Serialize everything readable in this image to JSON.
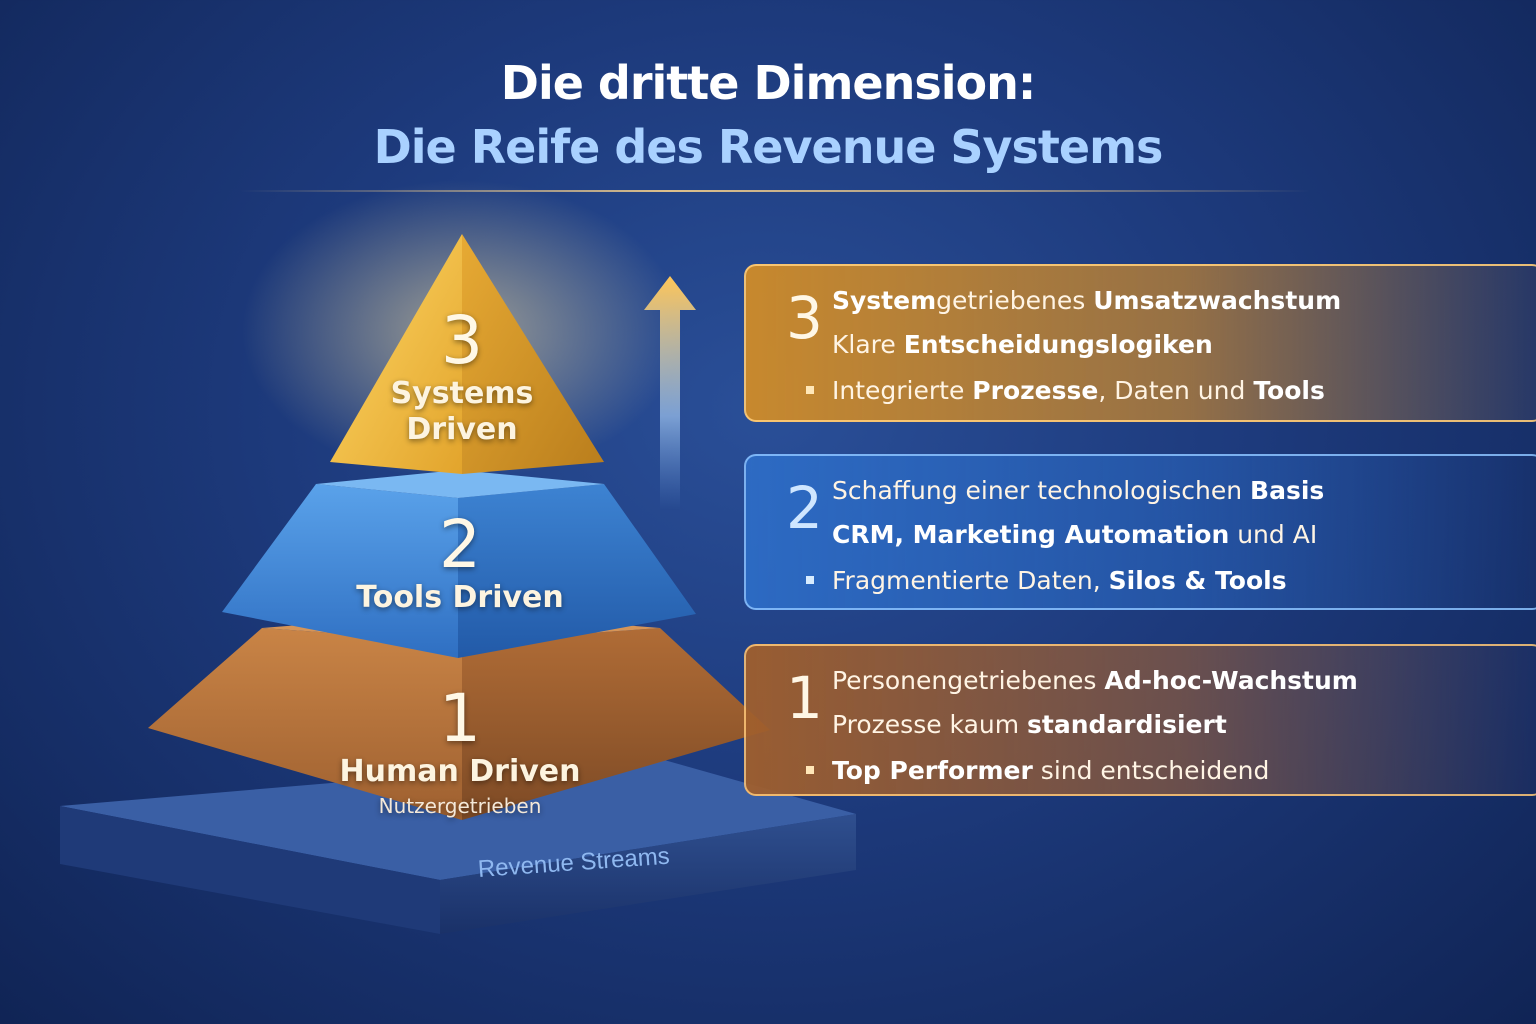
{
  "header": {
    "title": "Die dritte Dimension:",
    "subtitle": "Die Reife des Revenue Systems"
  },
  "pyramid": {
    "base_label": "Revenue Streams",
    "levels": [
      {
        "number": "3",
        "name_line_1": "Systems",
        "name_line_2": "Driven",
        "color": "#f2b73a"
      },
      {
        "number": "2",
        "name": "Tools Driven",
        "color": "#3f86d4"
      },
      {
        "number": "1",
        "name": "Human Driven",
        "sub": "Nutzergetrieben",
        "color": "#b8733a"
      }
    ]
  },
  "cards": [
    {
      "number": "3",
      "line_1": {
        "bold_1": "System",
        "text_1": "getriebenes ",
        "bold_2": "Umsatzwachstum"
      },
      "line_2": {
        "text_1": "Klare ",
        "bold_1": "Entscheidungslogiken"
      },
      "bullet": {
        "text_1": "Integrierte ",
        "bold_1": "Prozesse",
        "text_2": ", Daten und ",
        "bold_2": "Tools"
      }
    },
    {
      "number": "2",
      "line_1": {
        "text_1": "Schaffung einer technologischen ",
        "bold_1": "Basis"
      },
      "line_2": {
        "bold_1": "CRM, Marketing Automation",
        "text_1": " und AI"
      },
      "bullet": {
        "text_1": "Fragmentierte Daten, ",
        "bold_1": "Silos & Tools"
      }
    },
    {
      "number": "1",
      "line_1": {
        "text_1": "Personengetriebenes ",
        "bold_1": "Ad-hoc-Wachstum"
      },
      "line_2": {
        "text_1": "Prozesse kaum ",
        "bold_1": "standardisiert"
      },
      "bullet": {
        "bold_1": "Top Performer",
        "text_1": " sind entscheidend"
      }
    }
  ]
}
